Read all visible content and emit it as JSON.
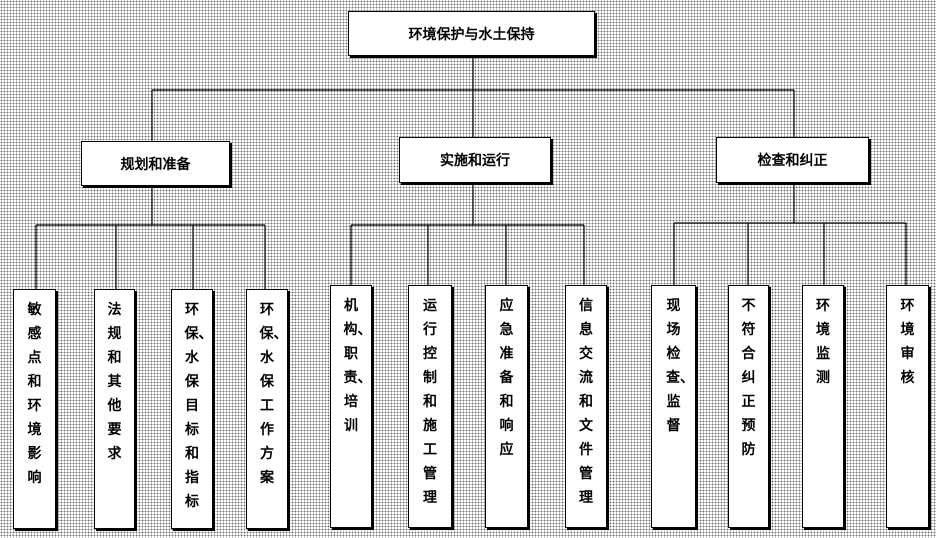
{
  "root": "环境保护与水土保持",
  "categories": [
    {
      "label": "规划和准备",
      "children": [
        "敏感点和环境影响",
        "法规和其他要求",
        "环保、水保目标和指标",
        "环保、水保工作方案"
      ]
    },
    {
      "label": "实施和运行",
      "children": [
        "机构、职责、培训",
        "运行控制和施工管理",
        "应急准备和响应",
        "信息交流和文件管理"
      ]
    },
    {
      "label": "检查和纠正",
      "children": [
        "现场检查、监督",
        "不符合纠正预防",
        "环境监测",
        "环境审核"
      ]
    }
  ]
}
